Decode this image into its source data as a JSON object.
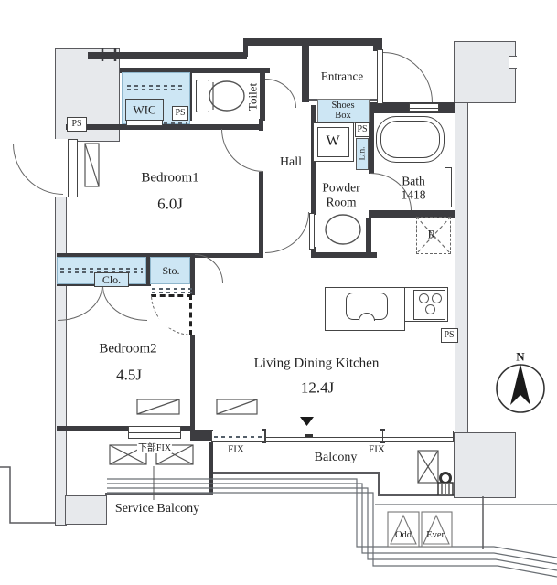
{
  "plan_title": "apartment-floor-plan",
  "rooms": {
    "bedroom1": {
      "name": "Bedroom1",
      "size": "6.0J"
    },
    "bedroom2": {
      "name": "Bedroom2",
      "size": "4.5J"
    },
    "ldk": {
      "name": "Living Dining Kitchen",
      "size": "12.4J"
    },
    "hall": {
      "name": "Hall"
    },
    "entrance": {
      "name": "Entrance"
    },
    "toilet": {
      "name": "Toilet"
    },
    "powder_room": {
      "line1": "Powder",
      "line2": "Room"
    },
    "bath": {
      "line1": "Bath",
      "line2": "1418"
    }
  },
  "storage": {
    "wic": "WIC",
    "closet": "Clo.",
    "storeroom": "Sto.",
    "shoes_box_line1": "Shoes",
    "shoes_box_line2": "Box",
    "linen": "Lin."
  },
  "fixtures": {
    "washer": "W",
    "refrigerator": "R"
  },
  "outdoor": {
    "balcony": "Balcony",
    "service_balcony": "Service Balcony"
  },
  "labels": {
    "ps": "PS",
    "fix": "FIX",
    "lower_fix": "下部FIX",
    "north": "N",
    "odd": "Odd",
    "even": "Even"
  },
  "colors": {
    "storage_fill": "#cde6f4",
    "concrete_fill": "#e7e9ec",
    "wall": "#3c3c40",
    "line": "#5a5a5e",
    "arrow": "#1a1a1a"
  }
}
